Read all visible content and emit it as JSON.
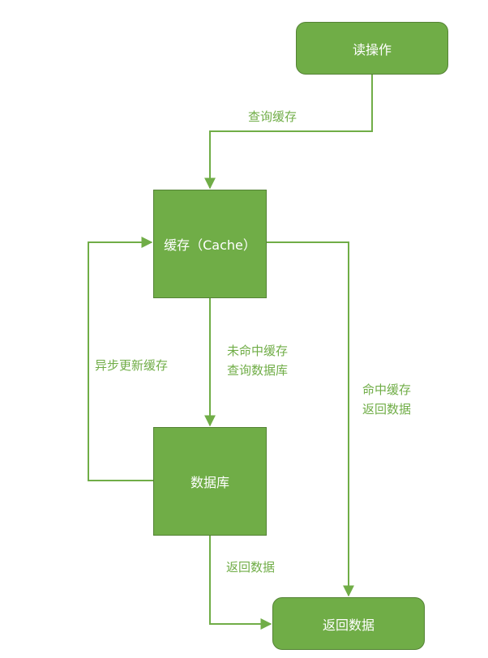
{
  "nodes": {
    "read_op": "读操作",
    "cache": "缓存（Cache）",
    "database": "数据库",
    "return_data": "返回数据"
  },
  "edges": {
    "query_cache": "查询缓存",
    "miss_line1": "未命中缓存",
    "miss_line2": "查询数据库",
    "async_update": "异步更新缓存",
    "hit_line1": "命中缓存",
    "hit_line2": "返回数据",
    "db_return": "返回数据"
  },
  "colors": {
    "fill": "#70ad47",
    "stroke": "#70ad47",
    "text_on_fill": "#ffffff"
  }
}
